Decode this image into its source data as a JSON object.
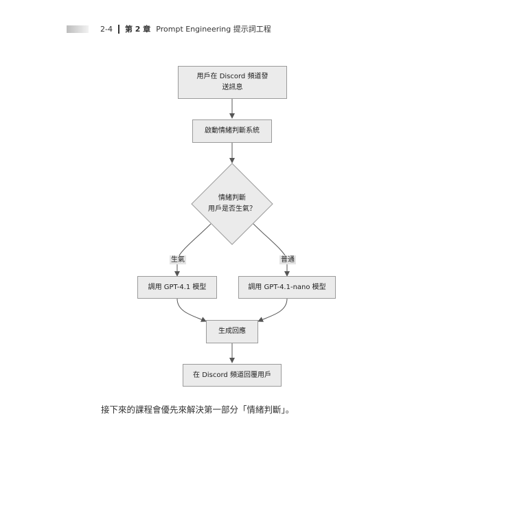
{
  "header": {
    "page_number": "2-4",
    "chapter": "第 2 章",
    "chapter_title": "Prompt Engineering 提示詞工程"
  },
  "flowchart": {
    "nodes": {
      "user_sends": "用戶在 Discord 頻道發送訊息",
      "start_system": "啟動情緒判斷系統",
      "decision_title": "情緒判斷",
      "decision_question": "用戶是否生氣？",
      "call_gpt41": "調用 GPT-4.1 模型",
      "call_gpt41_nano": "調用 GPT-4.1-nano 模型",
      "generate_reply": "生成回應",
      "reply_user": "在 Discord 頻道回覆用戶"
    },
    "edge_labels": {
      "angry": "生氣",
      "normal": "普通"
    }
  },
  "body": {
    "paragraph": "接下來的課程會優先來解決第一部分「情緒判斷」。"
  },
  "colors": {
    "node_fill": "#ebebeb",
    "node_border": "#9a9a9a",
    "edge": "#555555"
  }
}
